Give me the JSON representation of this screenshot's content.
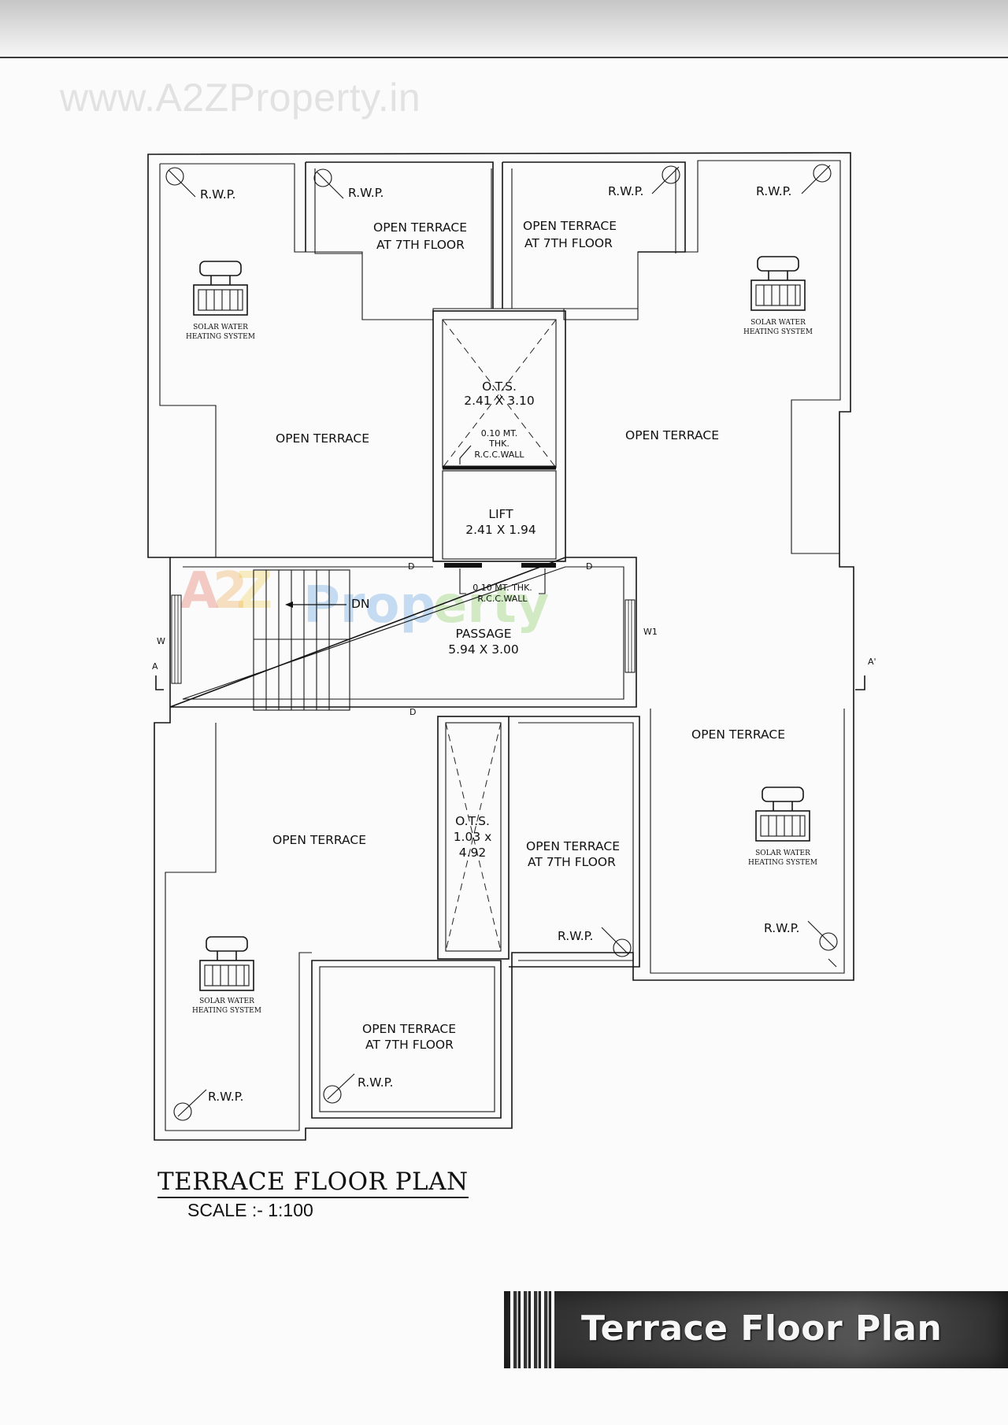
{
  "watermark": {
    "url": "www.A2ZProperty.in",
    "brand": "A2Z Property"
  },
  "rooms": {
    "open_terrace": "OPEN TERRACE",
    "at_7th_floor": "AT 7TH FLOOR",
    "rwp": "R.W.P.",
    "solar_line1": "SOLAR WATER",
    "solar_line2": "HEATING SYSTEM"
  },
  "core": {
    "ots_top_label": "O.T.S.",
    "ots_top_dims": "2.41 X 3.10",
    "rcc_thk": "0.10 MT.",
    "rcc_thk2": "THK.",
    "rcc_wall": "R.C.C.WALL",
    "rcc_inline": "0.10 MT. THK.",
    "lift_label": "LIFT",
    "lift_dims": "2.41 X 1.94",
    "passage_label": "PASSAGE",
    "passage_dims": "5.94 X 3.00",
    "ots_bottom_label": "O.T.S.",
    "ots_bottom_l2": "1.03 x",
    "ots_bottom_l3": "4.92",
    "door": "D",
    "stair_dn": "DN",
    "window_w": "W",
    "window_w1": "W1",
    "section_a": "A",
    "section_a_prime": "A'"
  },
  "titles": {
    "plan_title": "TERRACE FLOOR PLAN",
    "scale": "SCALE :- 1:100",
    "banner": "Terrace Floor Plan"
  }
}
